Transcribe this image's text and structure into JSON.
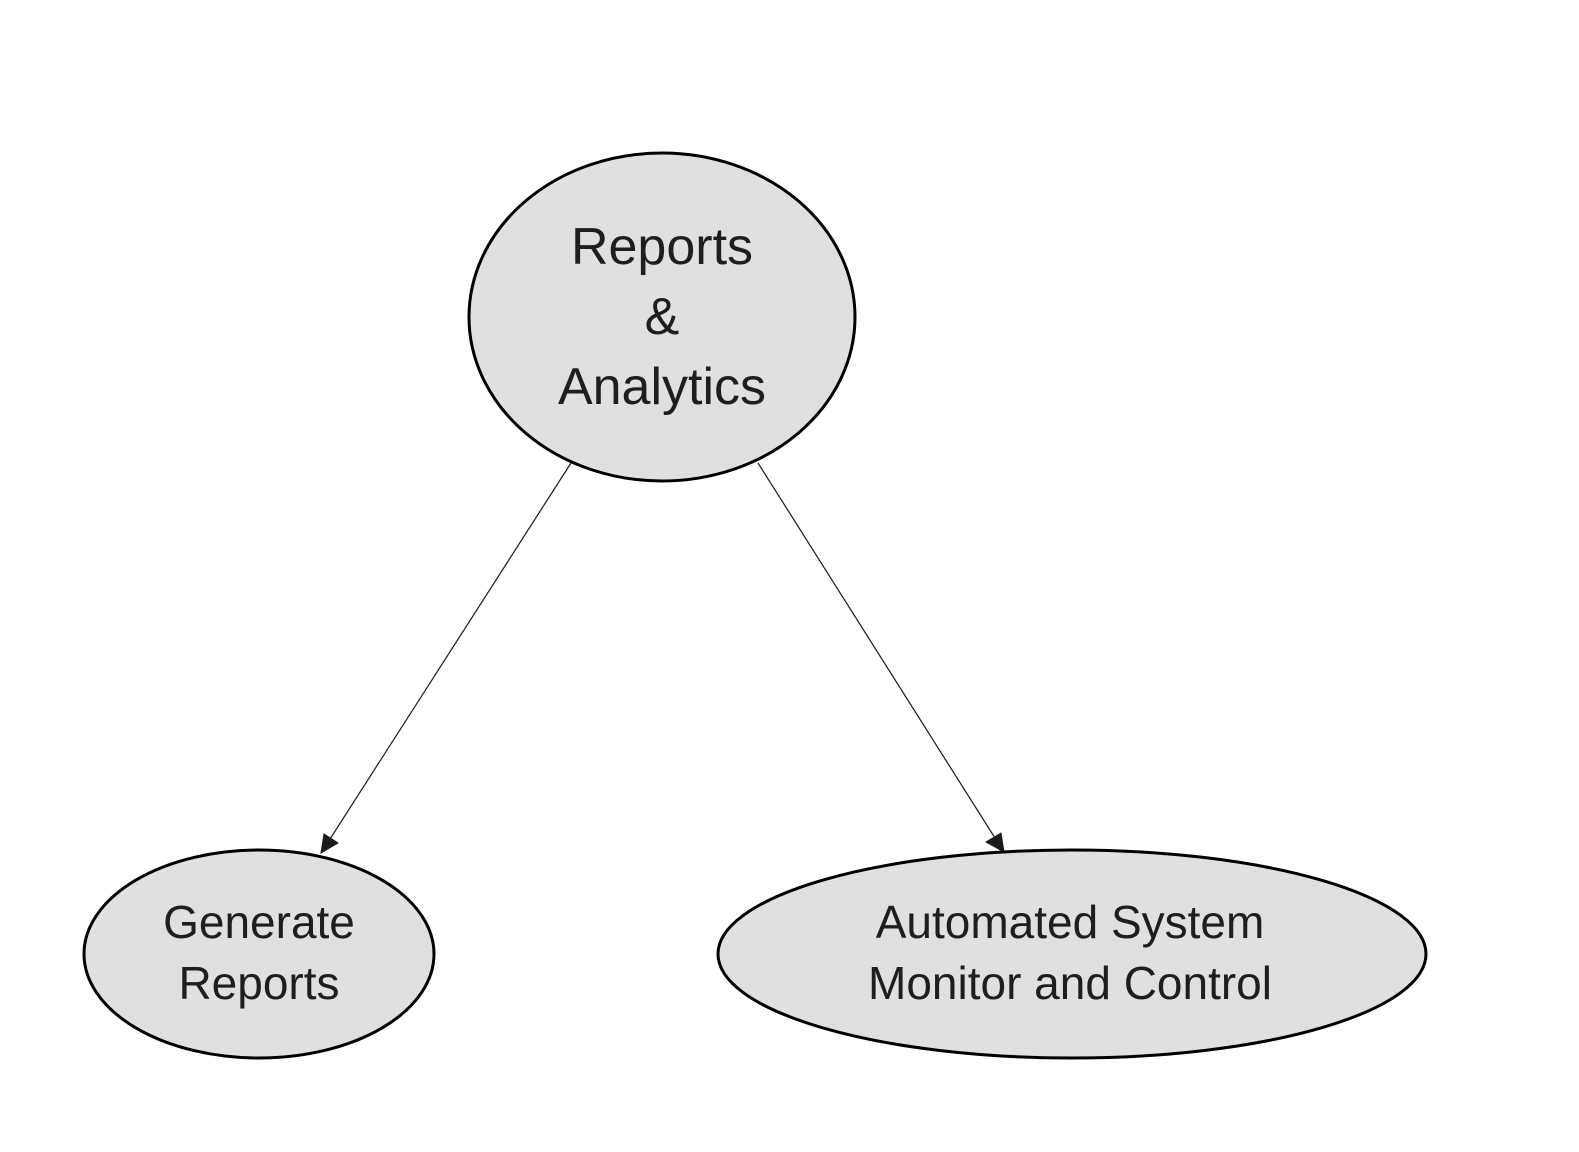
{
  "diagram": {
    "nodes": {
      "root": {
        "lines": [
          "Reports",
          "&",
          "Analytics"
        ]
      },
      "generate": {
        "lines": [
          "Generate",
          "Reports"
        ]
      },
      "monitor": {
        "lines": [
          "Automated System",
          "Monitor and Control"
        ]
      }
    },
    "edges": [
      {
        "from": "root",
        "to": "generate"
      },
      {
        "from": "root",
        "to": "monitor"
      }
    ],
    "colors": {
      "node_fill": "#e0e0e0",
      "node_stroke": "#000000",
      "text": "#1e1e1e",
      "edge": "#1a1a1a"
    }
  }
}
